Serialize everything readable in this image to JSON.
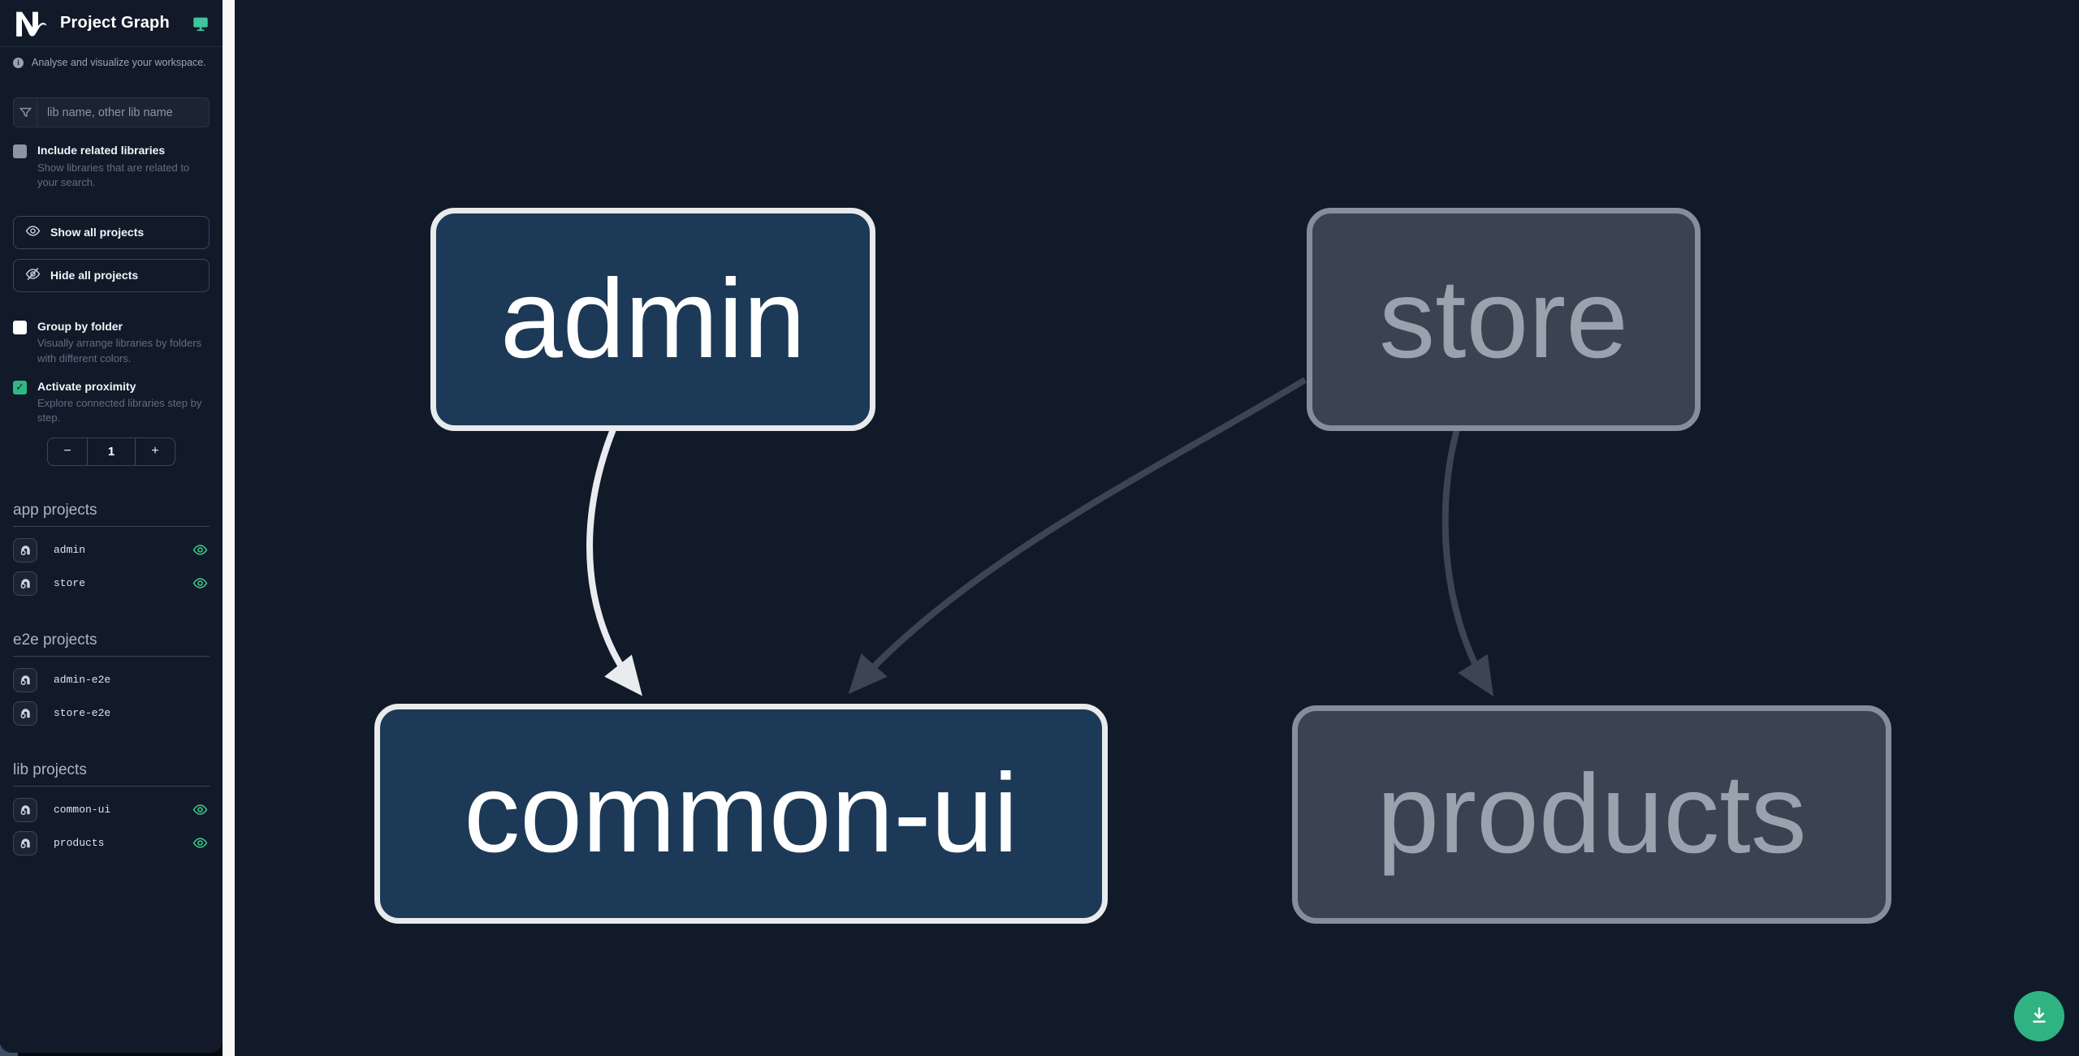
{
  "header": {
    "title": "Project Graph"
  },
  "tagline": "Analyse and visualize your workspace.",
  "filter": {
    "placeholder": "lib name, other lib name"
  },
  "checkboxes": {
    "related": {
      "label": "Include related libraries",
      "description": "Show libraries that are related to your search.",
      "checked": false
    },
    "group": {
      "label": "Group by folder",
      "description": "Visually arrange libraries by folders with different colors.",
      "checked": false
    },
    "proximity": {
      "label": "Activate proximity",
      "description": "Explore connected libraries step by step.",
      "checked": true
    }
  },
  "buttons": {
    "show_all": "Show all projects",
    "hide_all": "Hide all projects"
  },
  "stepper": {
    "decrement": "−",
    "value": "1",
    "increment": "+"
  },
  "sections": [
    {
      "title": "app projects",
      "items": [
        {
          "name": "admin",
          "visible": true
        },
        {
          "name": "store",
          "visible": true
        }
      ]
    },
    {
      "title": "e2e projects",
      "items": [
        {
          "name": "admin-e2e",
          "visible": false
        },
        {
          "name": "store-e2e",
          "visible": false
        }
      ]
    },
    {
      "title": "lib projects",
      "items": [
        {
          "name": "common-ui",
          "visible": true
        },
        {
          "name": "products",
          "visible": true
        }
      ]
    }
  ],
  "graph": {
    "nodes": [
      {
        "id": "admin",
        "label": "admin",
        "state": "focused"
      },
      {
        "id": "store",
        "label": "store",
        "state": "faded"
      },
      {
        "id": "common-ui",
        "label": "common-ui",
        "state": "focused"
      },
      {
        "id": "products",
        "label": "products",
        "state": "faded"
      }
    ],
    "edges": [
      {
        "from": "admin",
        "to": "common-ui",
        "state": "focused"
      },
      {
        "from": "store",
        "to": "common-ui",
        "state": "faded"
      },
      {
        "from": "store",
        "to": "products",
        "state": "faded"
      }
    ]
  },
  "colors": {
    "sidebar_bg": "#121a29",
    "canvas_bg": "#111a28",
    "divider": "#f7f8f7",
    "accent_green": "#2fb383",
    "checkbox_green": "#2fb886",
    "eye_green": "#3ecf8e",
    "monitor_teal": "#3fc49e",
    "node_focused_fill": "#1c3a57",
    "node_focused_border": "#e8eaec",
    "node_faded_fill": "#3b4251",
    "node_faded_border": "#878e9a",
    "edge_light": "#e9ebee",
    "edge_dark": "#3d4554"
  }
}
